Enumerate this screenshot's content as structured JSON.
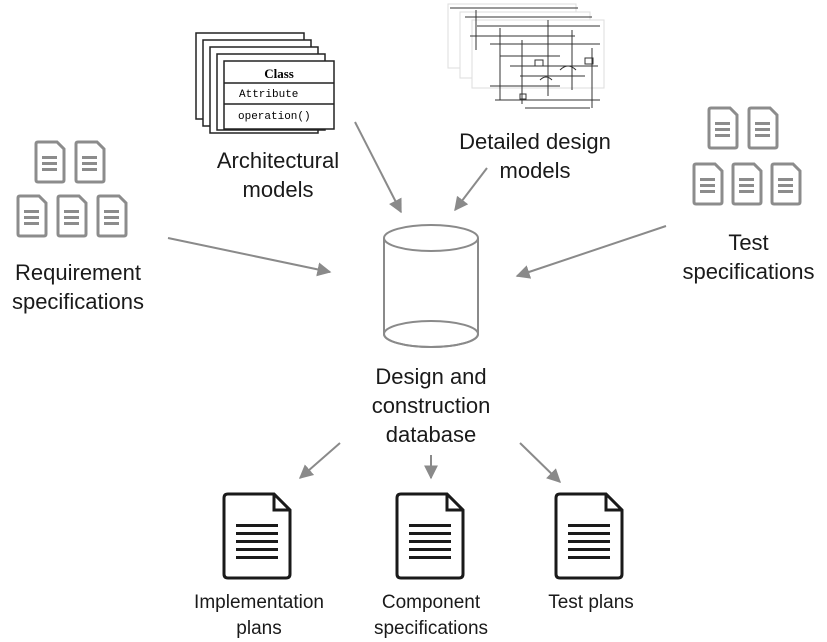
{
  "inputs": {
    "requirement": {
      "line1": "Requirement",
      "line2": "specifications"
    },
    "architectural": {
      "line1": "Architectural",
      "line2": "models"
    },
    "detailed": {
      "line1": "Detailed design",
      "line2": "models"
    },
    "test": {
      "line1": "Test",
      "line2": "specifications"
    }
  },
  "center": {
    "line1": "Design and",
    "line2": "construction",
    "line3": "database"
  },
  "outputs": {
    "implementation": {
      "line1": "Implementation",
      "line2": "plans"
    },
    "component": {
      "line1": "Component",
      "line2": "specifications"
    },
    "test_plans": {
      "line1": "Test plans"
    }
  },
  "class_box": {
    "name": "Class",
    "attribute": "Attribute",
    "operation": "operation()"
  }
}
